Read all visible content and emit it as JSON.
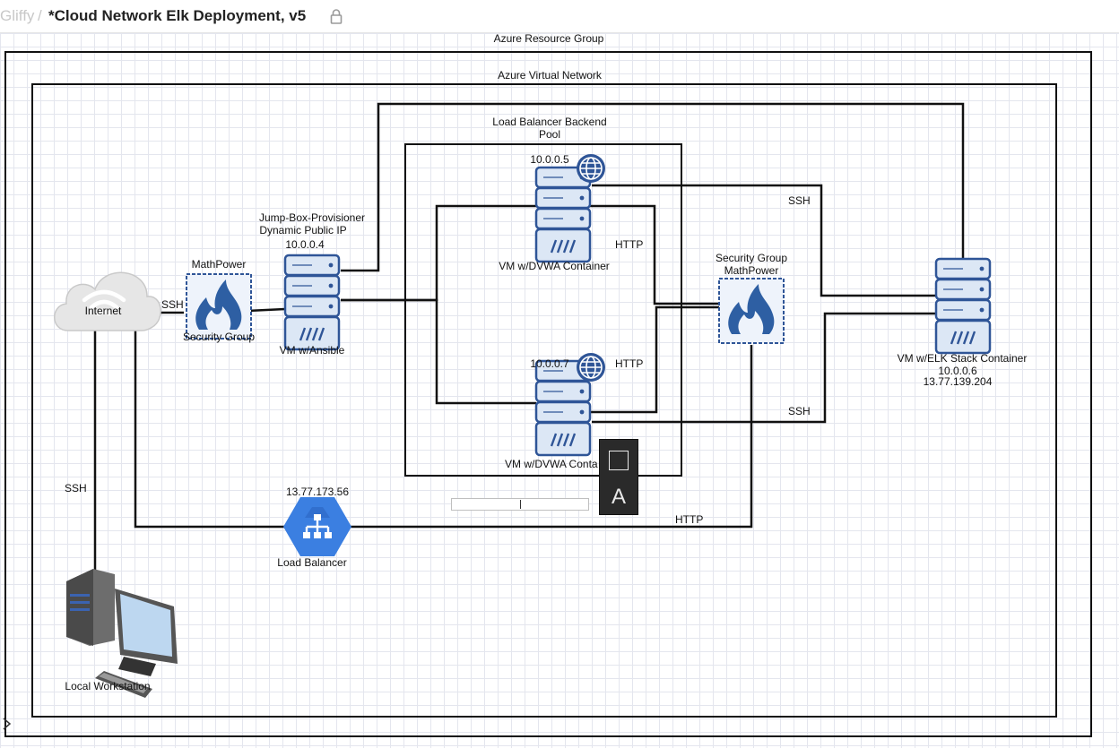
{
  "header": {
    "app_name": "Gliffy",
    "separator": "/",
    "doc_title": "*Cloud Network Elk Deployment, v5"
  },
  "diagram": {
    "containers": {
      "resource_group": "Azure Resource Group",
      "virtual_network": "Azure Virtual Network",
      "backend_pool": "Load Balancer Backend Pool"
    },
    "nodes": {
      "internet": "Internet",
      "nsg_left": {
        "name": "MathPower",
        "label": "Security Group"
      },
      "jumpbox": {
        "title": "Jump-Box-Provisioner",
        "subtitle": "Dynamic Public IP",
        "ip": "10.0.0.4",
        "caption": "VM w/Ansible"
      },
      "web1": {
        "ip": "10.0.0.5",
        "caption": "VM w/DVWA Container"
      },
      "web2": {
        "ip": "10.0.0.7",
        "caption": "VM w/DVWA Conta"
      },
      "nsg_right": {
        "title": "Security Group",
        "name": "MathPower"
      },
      "elk": {
        "caption": "VM w/ELK Stack Container",
        "private_ip": "10.0.0.6",
        "public_ip": "13.77.139.204"
      },
      "load_balancer": {
        "ip": "13.77.173.56",
        "caption": "Load Balancer"
      },
      "workstation": "Local Workstation"
    },
    "connections": {
      "ssh_internet_nsg": "SSH",
      "ssh_workstation": "SSH",
      "ssh_elk_top": "SSH",
      "ssh_elk_bottom": "SSH",
      "http_web1": "HTTP",
      "http_web2": "HTTP",
      "http_lb": "HTTP"
    }
  },
  "toolbar": {
    "shape_tool": "shape-tool",
    "text_tool": "A"
  },
  "colors": {
    "server_fill": "#dce7f5",
    "server_stroke": "#2f5597",
    "azure_blue": "#2e5fa3",
    "lb_blue": "#3b7fe1",
    "line": "#111111",
    "grid": "#e4e6ee"
  }
}
